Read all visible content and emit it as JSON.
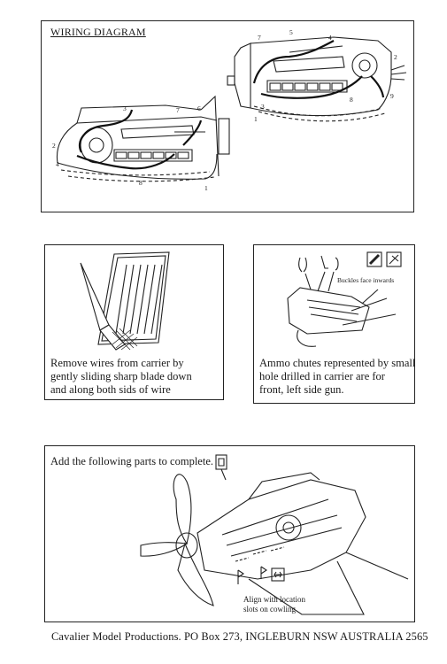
{
  "wiring": {
    "title": "WIRING DIAGRAM",
    "callouts_left": [
      "2",
      "3",
      "4",
      "6",
      "7",
      "8",
      "1"
    ],
    "callouts_right": [
      "7",
      "5",
      "4",
      "2",
      "9",
      "8",
      "3",
      "1"
    ]
  },
  "step_remove": {
    "caption": [
      "Remove wires from carrier by",
      "gently sliding sharp blade down",
      "and along both sids of wire"
    ]
  },
  "step_ammo": {
    "buckles_label": "Buckles face inwards",
    "caption": [
      "Ammo chutes represented by small",
      "hole drilled in carrier are for",
      "front,  left side gun."
    ]
  },
  "step_complete": {
    "caption": "Add the following parts to complete.",
    "align_note": [
      "Align with location",
      "slots on cowling"
    ]
  },
  "footer": "Cavalier Model Productions. PO Box 273, INGLEBURN  NSW  AUSTRALIA  2565"
}
